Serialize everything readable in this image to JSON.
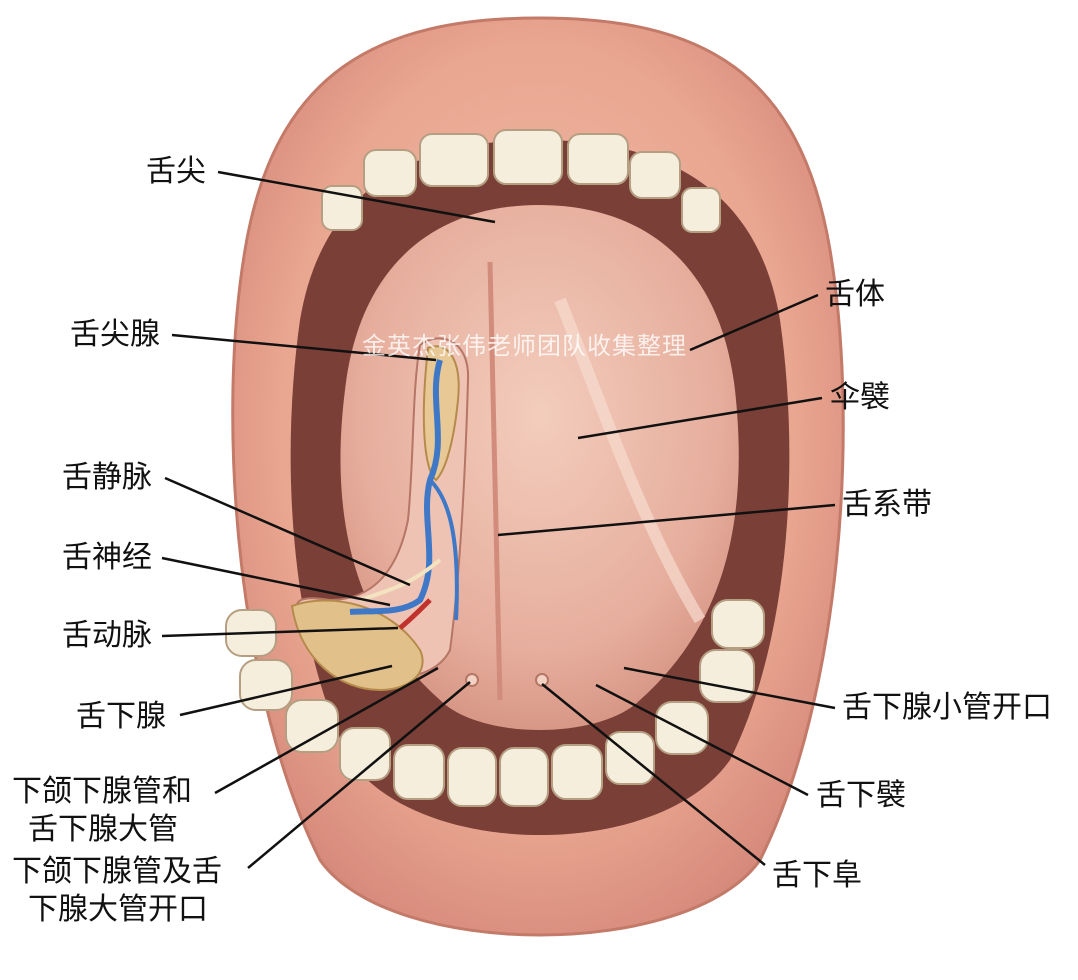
{
  "labels": {
    "tip": "舌尖",
    "apical_gland": "舌尖腺",
    "deep_lingual_vein": "舌静脉",
    "lingual_nerve": "舌神经",
    "lingual_artery": "舌动脉",
    "sublingual_gland": "舌下腺",
    "ducts_line1": "下颌下腺管和",
    "ducts_line2": "舌下腺大管",
    "openings_line1": "下颌下腺管及舌",
    "openings_line2": "下腺大管开口",
    "body": "舌体",
    "fimbriated_fold": "伞襞",
    "frenulum": "舌系带",
    "minor_duct_openings": "舌下腺小管开口",
    "sublingual_fold": "舌下襞",
    "caruncle": "舌下阜"
  },
  "watermark": "金英杰张伟老师团队收集整理",
  "colors": {
    "lip": "#e8a48e",
    "lip_dark": "#c97a66",
    "mouth_cavity": "#6e3a33",
    "tongue": "#eab5a4",
    "tongue_shadow": "#d99484",
    "tooth": "#f4ecd8",
    "vein": "#3f78c6",
    "artery": "#c0322c",
    "gland": "#e2c08a",
    "leader": "#111111"
  }
}
